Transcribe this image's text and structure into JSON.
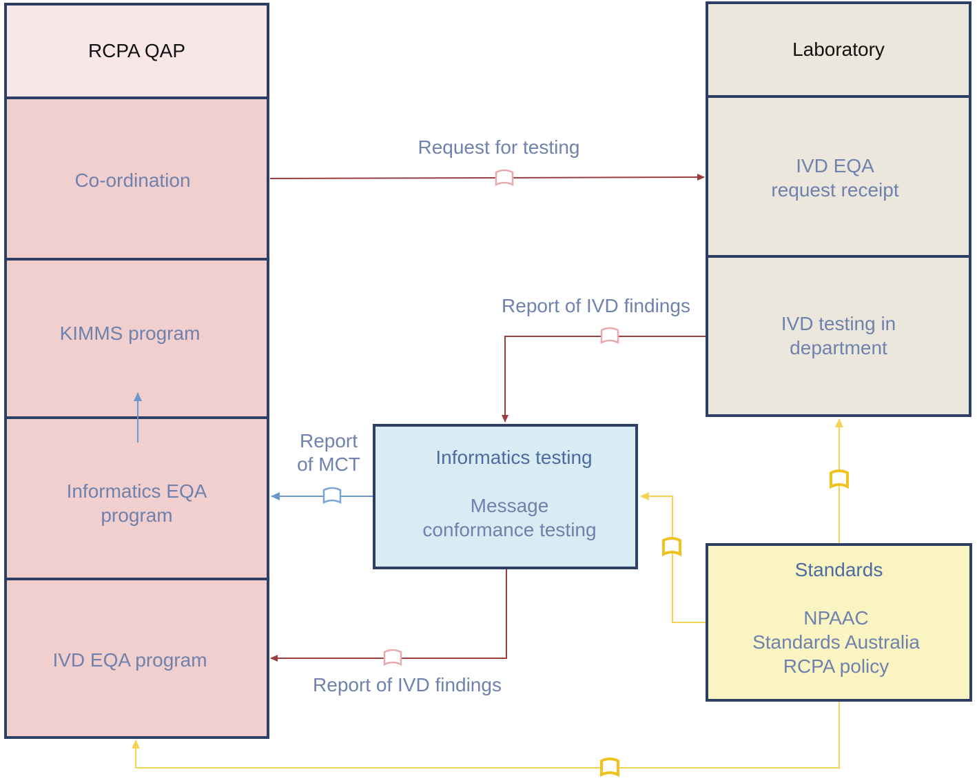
{
  "colors": {
    "border": "#2e3f66",
    "pink": "#f1cfce",
    "pink_light": "#f8e6e8",
    "beige": "#ece7dc",
    "blue": "#d9ebf3",
    "yellow": "#faf4c2",
    "red_line": "#9a3e40",
    "blue_line": "#6a96c9",
    "yellow_line": "#f2d452"
  },
  "rcpa": {
    "title": "RCPA QAP",
    "coordination": "Co-ordination",
    "kimms": "KIMMS program",
    "informatics_eqa": "Informatics EQA\nprogram",
    "ivd_eqa": "IVD EQA program"
  },
  "laboratory": {
    "title": "Laboratory",
    "request_receipt": "IVD EQA\nrequest receipt",
    "testing": "IVD testing in\ndepartment"
  },
  "informatics": {
    "title": "Informatics testing",
    "subtitle": "Message\nconformance testing"
  },
  "standards": {
    "title": "Standards",
    "items": "NPAAC\nStandards Australia\nRCPA policy"
  },
  "edges": {
    "request": "Request for testing",
    "report_ivd_top": "Report of IVD findings",
    "report_mct": "Report\nof MCT",
    "report_ivd_bottom": "Report of IVD findings"
  }
}
